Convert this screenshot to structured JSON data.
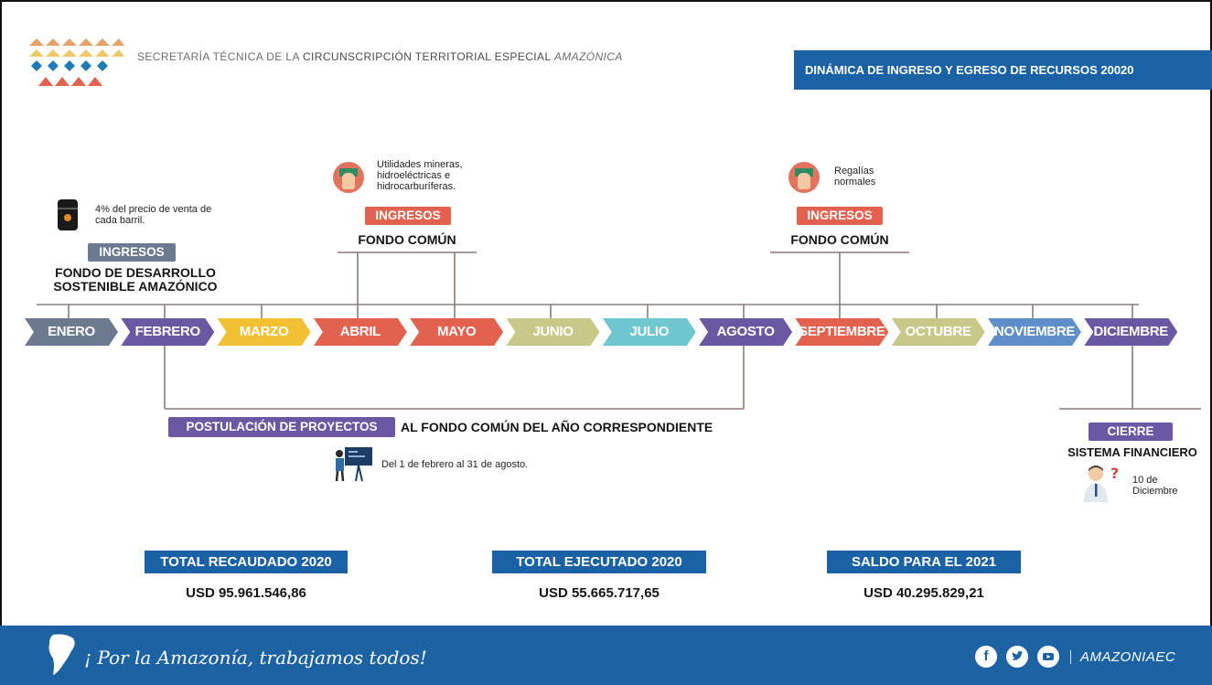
{
  "header": {
    "org_prefix": "SECRETARÍA TÉCNICA DE LA",
    "org_main": "CIRCUNSCRIPCIÓN TERRITORIAL ESPECIAL",
    "org_suffix": "AMAZÓNICA",
    "title": "DINÁMICA DE INGRESO Y EGRESO  DE RECURSOS 20020"
  },
  "timeline": {
    "months": [
      "ENERO",
      "FEBRERO",
      "MARZO",
      "ABRIL",
      "MAYO",
      "JUNIO",
      "JULIO",
      "AGOSTO",
      "SEPTIEMBRE",
      "OCTUBRE",
      "NOVIEMBRE",
      "DICIEMBRE"
    ],
    "month_colors": [
      "#6b7a8f",
      "#6a58a2",
      "#f2c033",
      "#e2624f",
      "#e2624f",
      "#c8c889",
      "#6fc7cf",
      "#6a58a2",
      "#e2624f",
      "#c8c889",
      "#5f8ec9",
      "#6a58a2"
    ]
  },
  "events": {
    "enero": {
      "note": "4% del precio de venta de cada barril.",
      "tag": "INGRESOS",
      "title_line1": "FONDO DE DESARROLLO",
      "title_line2": "SOSTENIBLE AMAZÓNICO"
    },
    "abril_mayo": {
      "note": "Utilidades mineras, hidroeléctricas e hidrocarburíferas.",
      "tag": "INGRESOS",
      "title": "FONDO COMÚN"
    },
    "septiembre": {
      "note": "Regalías normales",
      "tag": "INGRESOS",
      "title": "FONDO COMÚN"
    },
    "postulacion": {
      "tag": "POSTULACIÓN DE PROYECTOS",
      "text": "AL FONDO COMÚN DEL AÑO CORRESPONDIENTE",
      "date": "Del 1 de febrero al 31 de agosto."
    },
    "diciembre": {
      "tag": "CIERRE",
      "title": "SISTEMA FINANCIERO",
      "date_line1": "10 de",
      "date_line2": "Diciembre"
    }
  },
  "totals": [
    {
      "label": "TOTAL RECAUDADO 2020",
      "value": "USD 95.961.546,86"
    },
    {
      "label": "TOTAL EJECUTADO 2020",
      "value": "USD 55.665.717,65"
    },
    {
      "label": "SALDO PARA EL 2021",
      "value": "USD 40.295.829,21"
    }
  ],
  "footer": {
    "slogan": "¡ Por la Amazonía, trabajamos todos!",
    "handle": "AMAZONIAEC",
    "social_icons": [
      "facebook-icon",
      "twitter-icon",
      "youtube-icon"
    ]
  },
  "colors": {
    "accent_blue": "#1a62a5",
    "ingresos_tag": "#e2624f",
    "ingresos_tag_gray": "#6b7a8f",
    "purple_tag": "#6a58a2"
  }
}
